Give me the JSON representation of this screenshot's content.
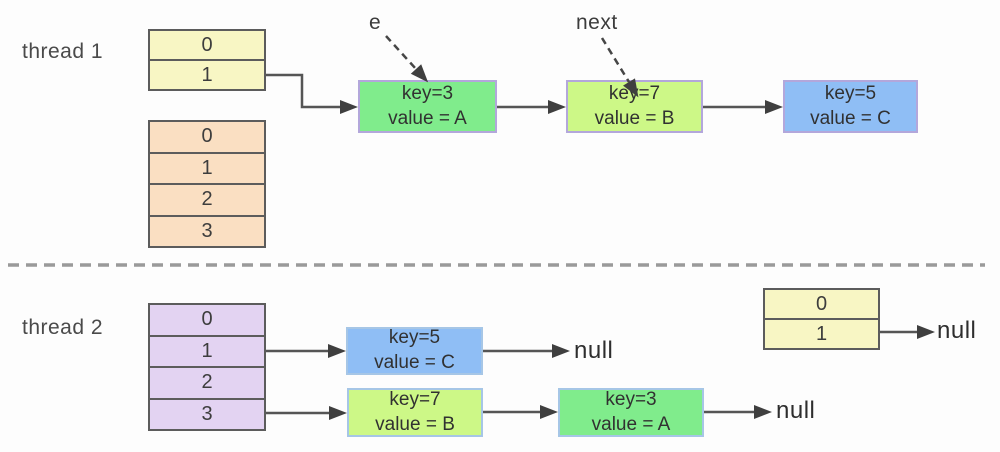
{
  "palette": {
    "pale_yellow": "#F8F6C4",
    "peach": "#FADFC2",
    "lavender": "#E3D3F2",
    "green": "#80EC8C",
    "lime": "#CDF887",
    "blue": "#8FBEF5"
  },
  "labels": {
    "thread1": "thread 1",
    "thread2": "thread 2",
    "e_pointer": "e",
    "next_pointer": "next",
    "null_after_t2_key5": "null",
    "null_after_t2_key3": "null",
    "null_after_t2_small_table": "null"
  },
  "tables": {
    "t1_small": {
      "rows": [
        "0",
        "1"
      ]
    },
    "t1_large": {
      "rows": [
        "0",
        "1",
        "2",
        "3"
      ]
    },
    "t2_main": {
      "rows": [
        "0",
        "1",
        "2",
        "3"
      ]
    },
    "t2_small": {
      "rows": [
        "0",
        "1"
      ]
    }
  },
  "nodes": {
    "t1_key3": {
      "key": "key=3",
      "value": "value = A"
    },
    "t1_key7": {
      "key": "key=7",
      "value": "value = B"
    },
    "t1_key5": {
      "key": "key=5",
      "value": "value = C"
    },
    "t2_key5": {
      "key": "key=5",
      "value": "value = C"
    },
    "t2_key7": {
      "key": "key=7",
      "value": "value = B"
    },
    "t2_key3": {
      "key": "key=3",
      "value": "value = A"
    }
  }
}
